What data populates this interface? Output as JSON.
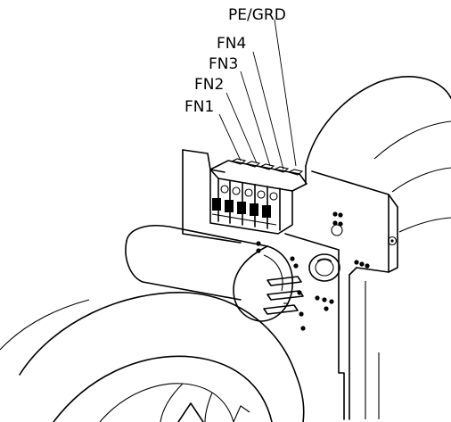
{
  "terminal_labels": {
    "pe_grd": "PE/GRD",
    "fn4": "FN4",
    "fn3": "FN3",
    "fn2": "FN2",
    "fn1": "FN1"
  },
  "colors": {
    "line": "#000000",
    "background": "#ffffff"
  }
}
